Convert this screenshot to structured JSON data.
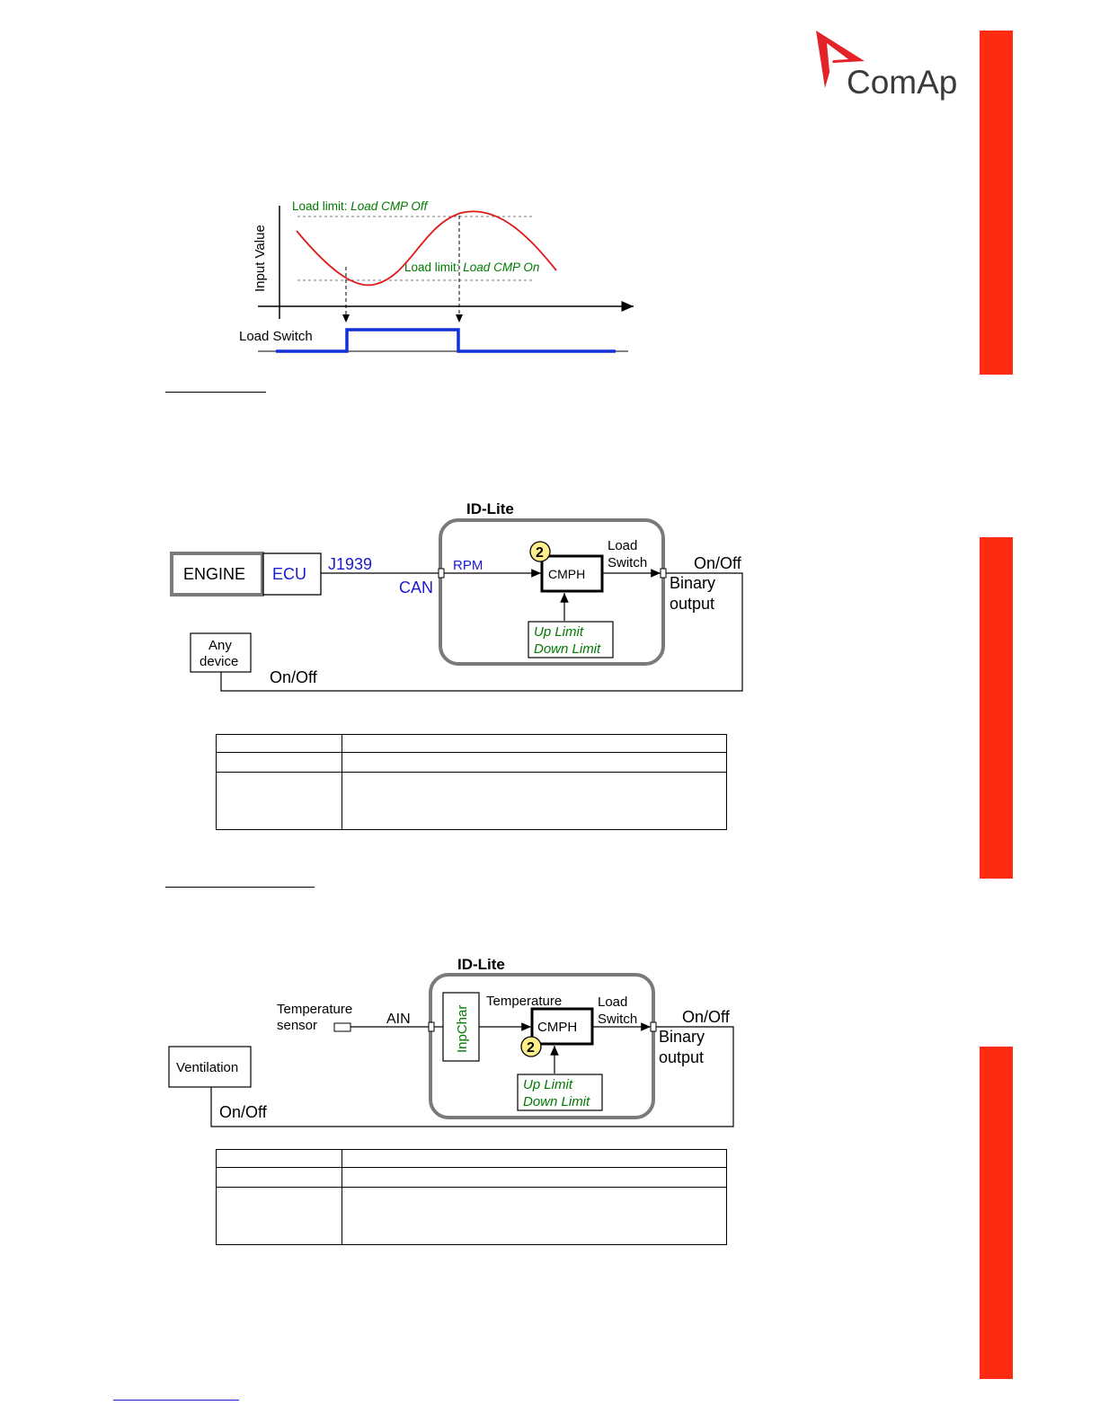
{
  "brand": {
    "name": "ComAp",
    "logo_color": "#e3222a",
    "sidebar_color": "#ff2a12"
  },
  "fig1": {
    "ylabel": "Input Value",
    "off_label_prefix": "Load limit: ",
    "off_label_param": "Load CMP Off",
    "on_label_prefix": "Load limit: ",
    "on_label_param": "Load CMP On",
    "switch_label": "Load Switch",
    "curve_color": "#e01a1a",
    "switch_color": "#1030d8",
    "label_color": "#007a00"
  },
  "fig2": {
    "title": "ID-Lite",
    "engine": "ENGINE",
    "ecu": "ECU",
    "j1939": "J1939",
    "can": "CAN",
    "rpm": "RPM",
    "badge": "2",
    "block": "CMPH",
    "load_switch_1": "Load",
    "load_switch_2": "Switch",
    "onoff_top": "On/Off",
    "binary_1": "Binary",
    "binary_2": "output",
    "limit_up": "Up Limit",
    "limit_down": "Down Limit",
    "device_1": "Any",
    "device_2": "device",
    "onoff_bottom": "On/Off"
  },
  "fig3": {
    "title": "ID-Lite",
    "sensor_1": "Temperature",
    "sensor_2": "sensor",
    "ain": "AIN",
    "inpchar": "InpChar",
    "temperature": "Temperature",
    "block": "CMPH",
    "badge": "2",
    "load_switch_1": "Load",
    "load_switch_2": "Switch",
    "onoff_top": "On/Off",
    "binary_1": "Binary",
    "binary_2": "output",
    "limit_up": "Up Limit",
    "limit_down": "Down Limit",
    "ventilation": "Ventilation",
    "onoff_bottom": "On/Off"
  }
}
